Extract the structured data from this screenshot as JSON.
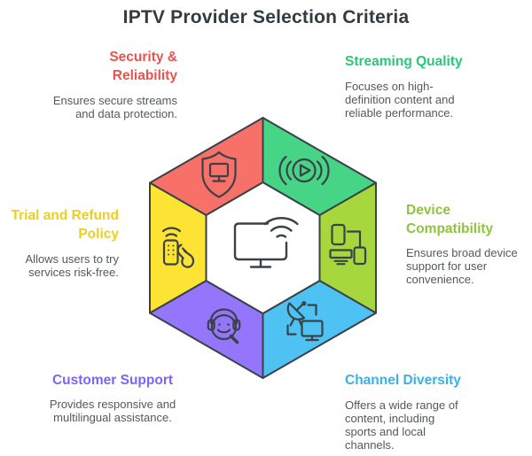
{
  "title": "IPTV Provider Selection Criteria",
  "outline_color": "#3B4247",
  "center": {
    "icon": "smart-tv-wifi-icon"
  },
  "criteria": [
    {
      "name": "Security & Reliability",
      "heading": "Security &\nReliability",
      "description": "Ensures secure streams\nand data protection.",
      "color": "#EA544D",
      "segment_fill": "#F87168",
      "icon": "shield-tv-icon",
      "position": "top-left"
    },
    {
      "name": "Streaming Quality",
      "heading": "Streaming Quality",
      "description": "Focuses on high-\ndefinition content and\nreliable performance.",
      "color": "#2AC77B",
      "segment_fill": "#46D486",
      "icon": "broadcast-play-icon",
      "position": "top-right"
    },
    {
      "name": "Device Compatibility",
      "heading": "Device\nCompatibility",
      "description": "Ensures broad device\nsupport for user\nconvenience.",
      "color": "#8EC43C",
      "segment_fill": "#A6D83E",
      "icon": "multi-device-icon",
      "position": "right"
    },
    {
      "name": "Channel Diversity",
      "heading": "Channel Diversity",
      "description": "Offers a wide range of\ncontent, including\nsports and local\nchannels.",
      "color": "#38B1E8",
      "segment_fill": "#4DC2F3",
      "icon": "satellite-tv-icon",
      "position": "bottom-right"
    },
    {
      "name": "Customer Support",
      "heading": "Customer Support",
      "description": "Provides responsive and\nmultilingual assistance.",
      "color": "#7D64F2",
      "segment_fill": "#9376FB",
      "icon": "support-headset-icon",
      "position": "bottom-left"
    },
    {
      "name": "Trial and Refund Policy",
      "heading": "Trial and Refund\nPolicy",
      "description": "Allows users to try\nservices risk-free.",
      "color": "#EDCE1E",
      "segment_fill": "#FCE334",
      "icon": "remote-hand-icon",
      "position": "left"
    }
  ]
}
